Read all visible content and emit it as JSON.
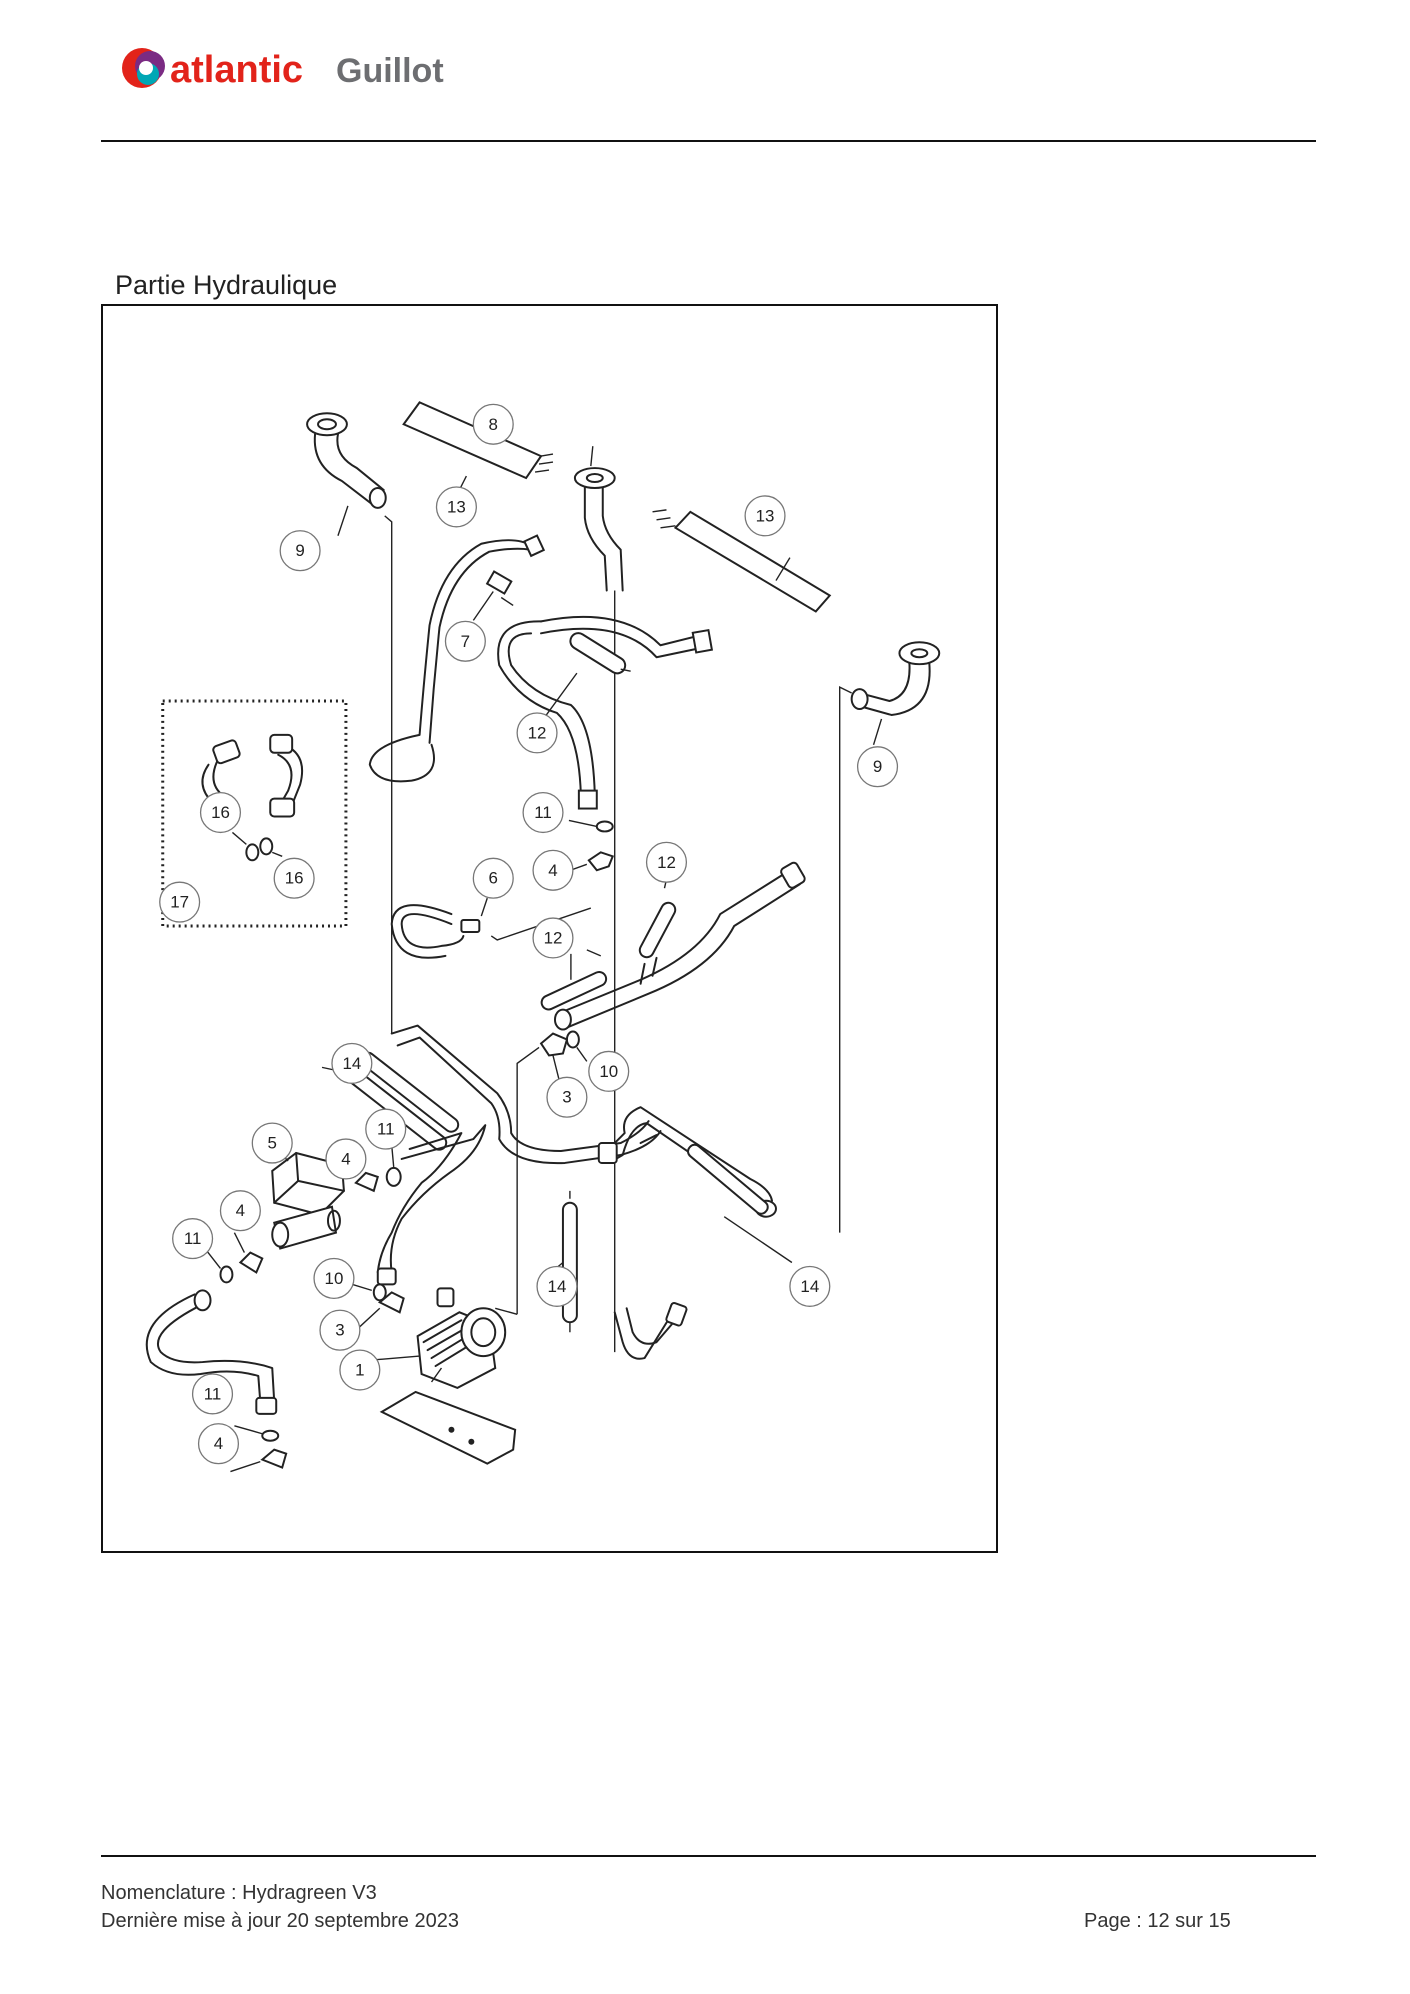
{
  "header": {
    "logo_text_main": "atlantic",
    "logo_text_sub": "Guillot",
    "brand_colors": {
      "red": "#e2231a",
      "violet": "#7b2b83",
      "teal": "#00a7b5",
      "grey": "#6d6e71"
    }
  },
  "section": {
    "title": "Partie Hydraulique"
  },
  "diagram": {
    "callouts": [
      "8",
      "13",
      "13",
      "9",
      "7",
      "12",
      "9",
      "16",
      "16",
      "17",
      "11",
      "4",
      "12",
      "6",
      "12",
      "14",
      "10",
      "3",
      "11",
      "5",
      "4",
      "4",
      "11",
      "10",
      "14",
      "14",
      "3",
      "1",
      "11",
      "4"
    ]
  },
  "footer": {
    "line1": "Nomenclature : Hydragreen V3",
    "line2": "Dernière mise à jour 20 septembre 2023",
    "page": "Page : 12 sur 15"
  }
}
